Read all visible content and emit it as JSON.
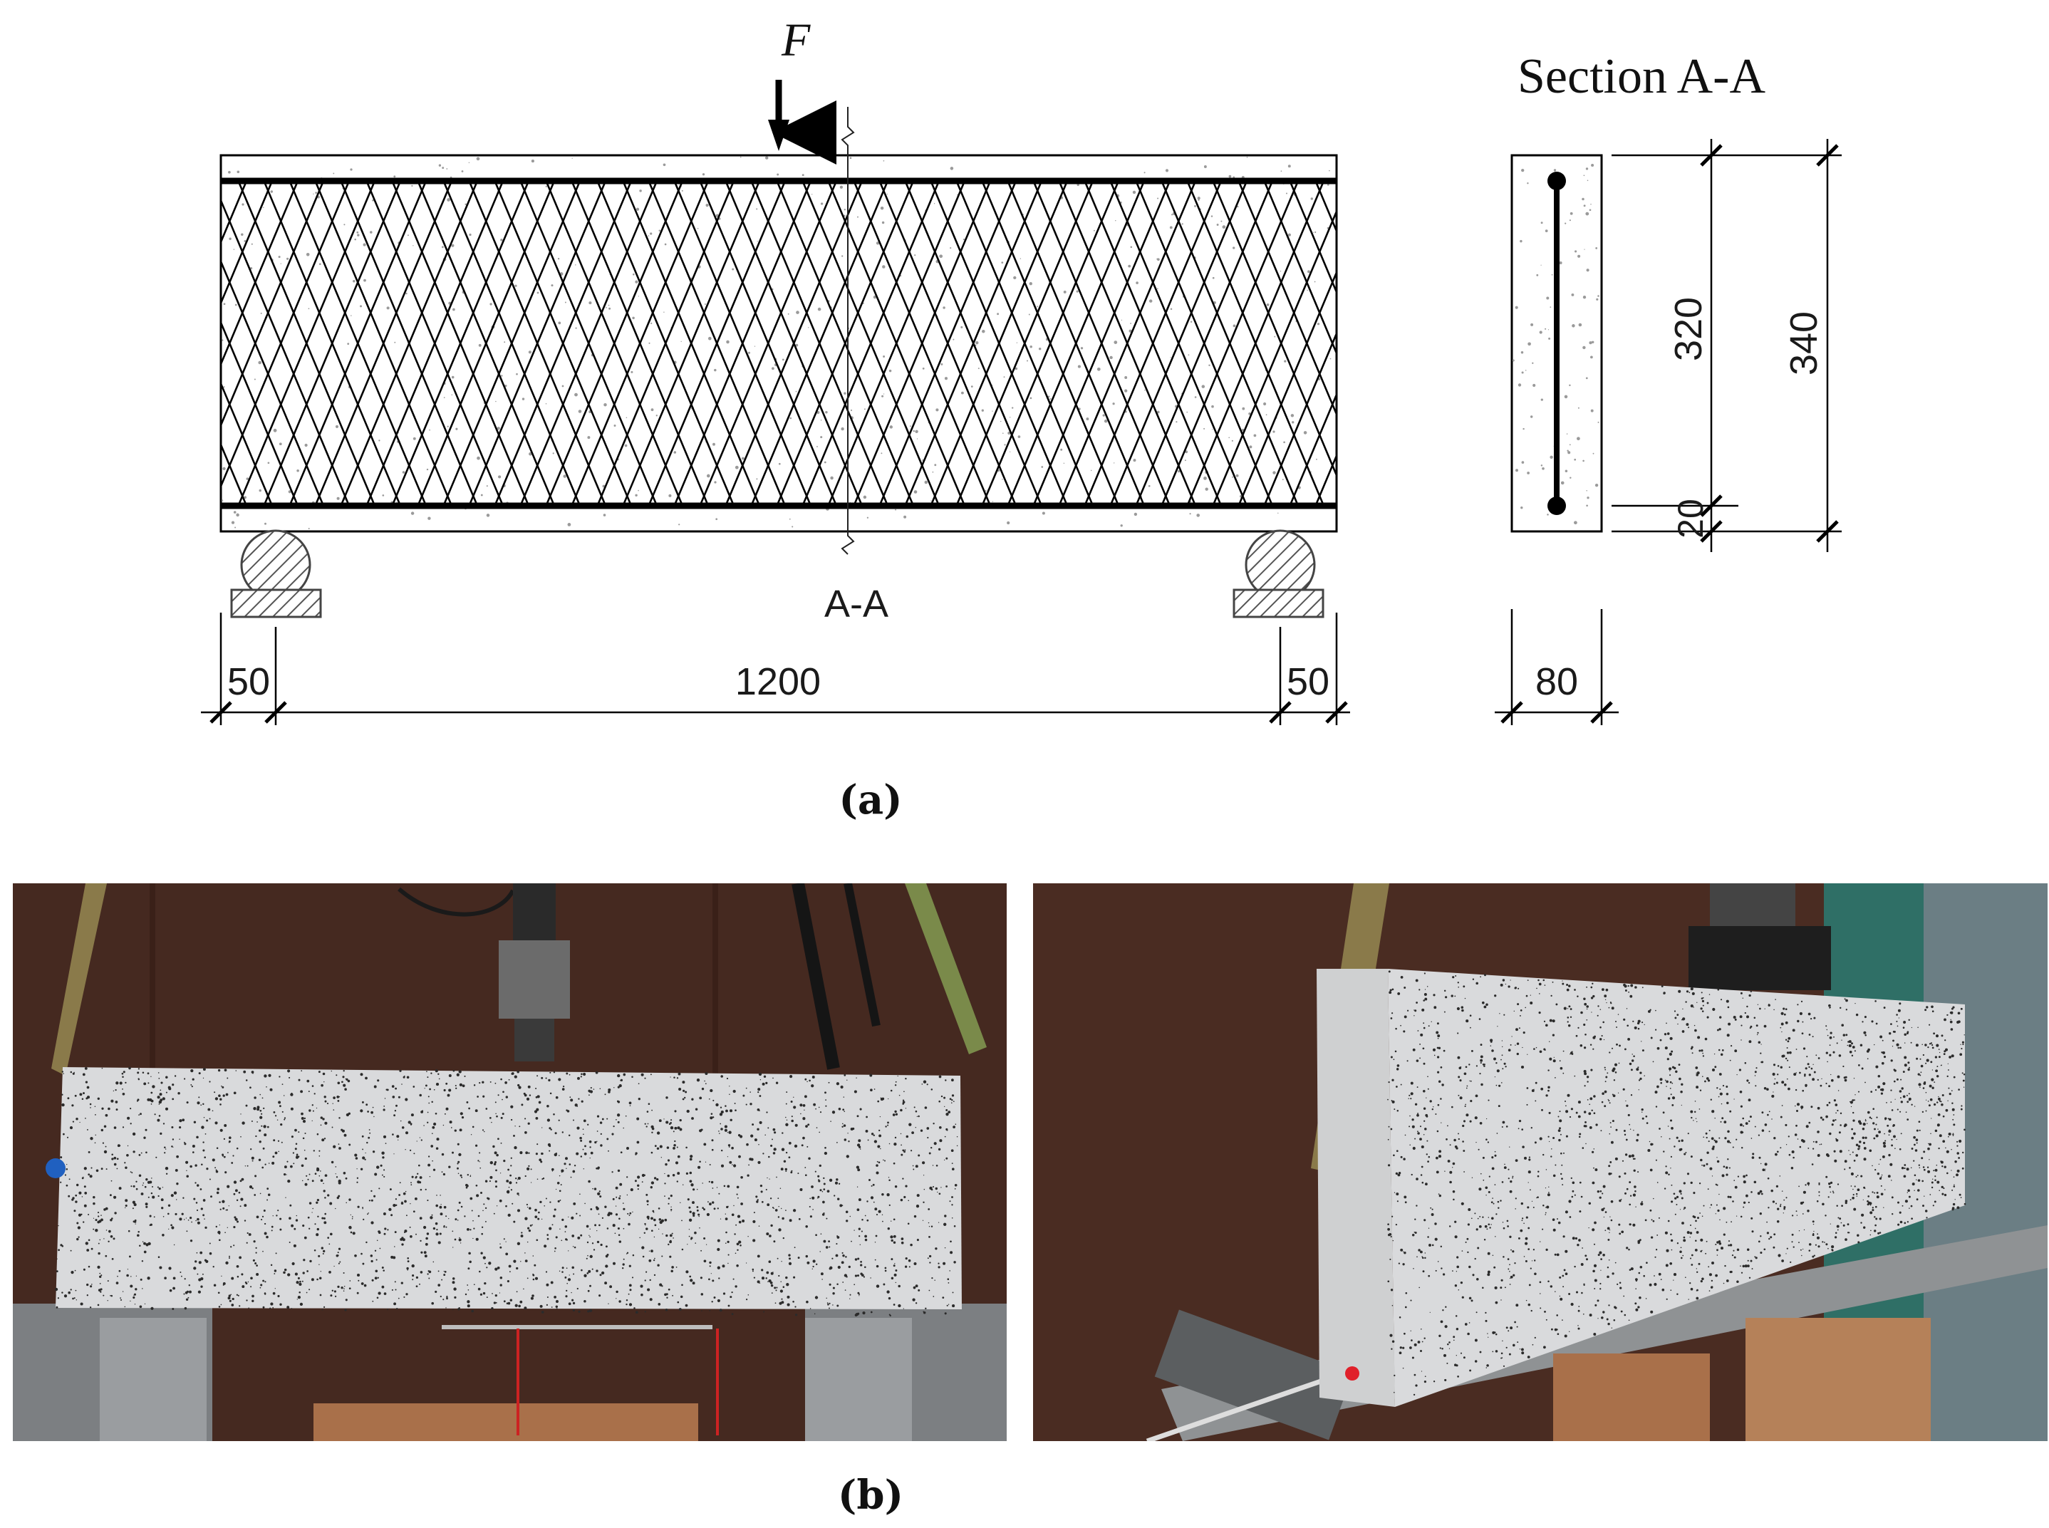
{
  "part_a": {
    "caption": "(a)",
    "load_label": "F",
    "section_title": "Section A-A",
    "cut_label": "A-A",
    "dims": {
      "left_overhang": "50",
      "span": "1200",
      "right_overhang": "50",
      "section_width": "80",
      "rebar_spacing": "320",
      "total_depth": "340",
      "cover": "20"
    }
  },
  "part_b": {
    "caption": "(b)",
    "photos": [
      "front-view-photo",
      "oblique-view-photo"
    ]
  },
  "colors": {
    "line": "#000000",
    "concrete_speckle": "#9a9a9a",
    "support_hatch": "#555555",
    "photo_background": "#4a2c22",
    "beam_surface": "#d9dadc",
    "speckle_dark": "#2b2b2b",
    "machine_grey": "#7c7f82",
    "wood": "#a9704a",
    "strap": "#8a7a4a"
  }
}
